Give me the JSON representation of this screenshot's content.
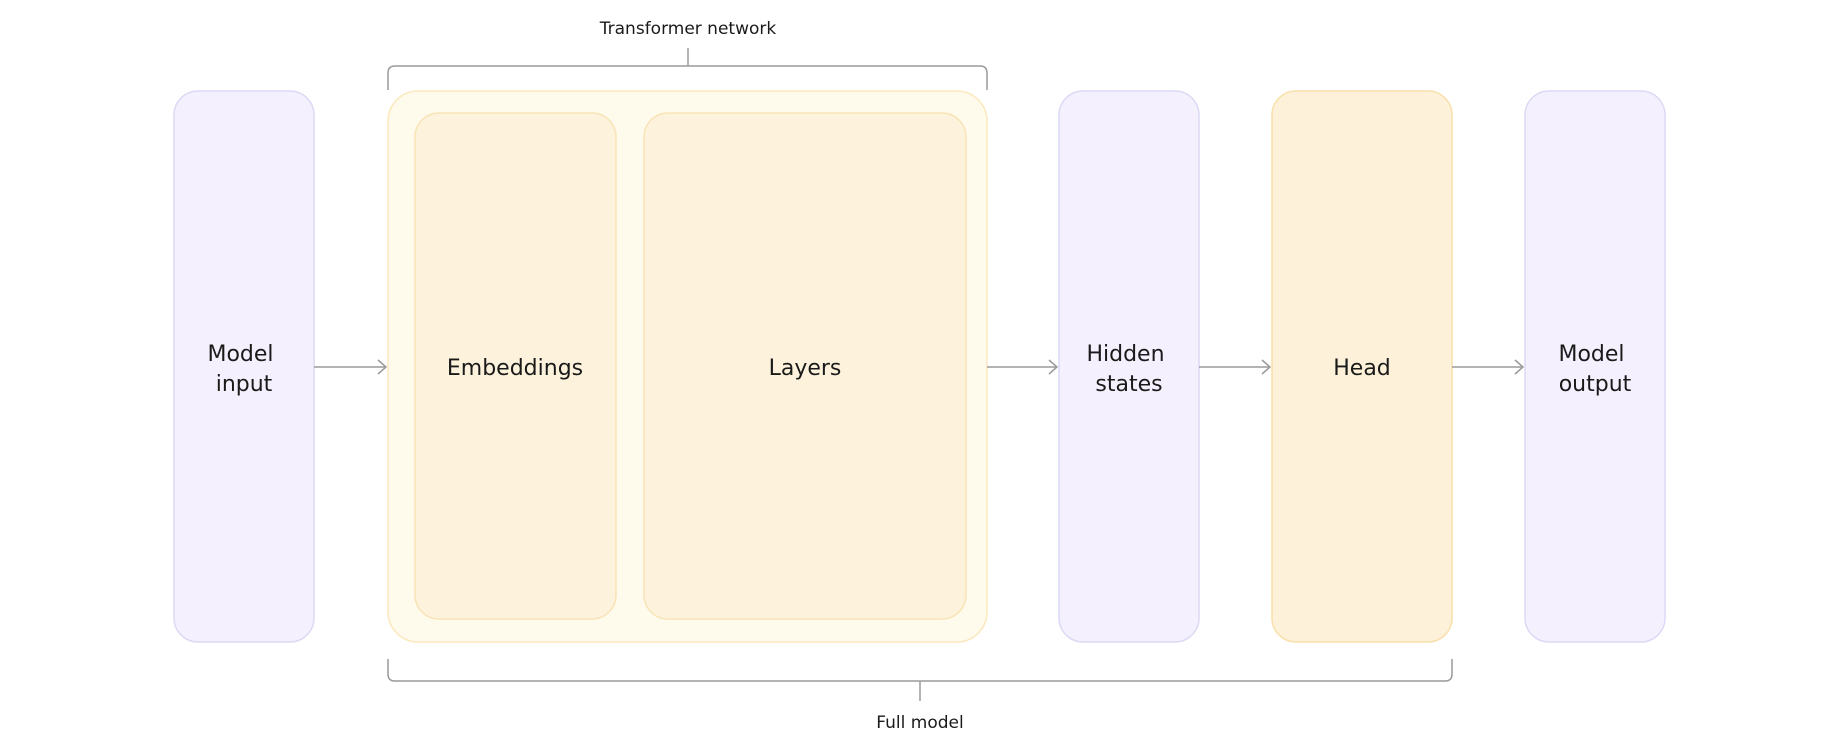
{
  "diagram": {
    "transformer_network_label": "Transformer network",
    "full_model_label": "Full model",
    "model_input": {
      "line1": "Model",
      "line2": "input"
    },
    "embeddings": {
      "label": "Embeddings"
    },
    "layers": {
      "label": "Layers"
    },
    "hidden_states": {
      "line1": "Hidden",
      "line2": "states"
    },
    "head": {
      "label": "Head"
    },
    "model_output": {
      "line1": "Model",
      "line2": "output"
    }
  },
  "colors": {
    "lavender_fill": "#f4f0fd",
    "lavender_stroke": "#dcd9f5",
    "cream_outer_fill": "#fffbec",
    "cream_outer_stroke": "#fbe8bd",
    "cream_inner_fill": "#fdf3dc",
    "cream_inner_stroke": "#f8e3b6",
    "head_fill": "#fdf2d9",
    "head_stroke": "#f9dfab",
    "line_gray": "#9a9a9a",
    "text": "#1a1a1a"
  }
}
